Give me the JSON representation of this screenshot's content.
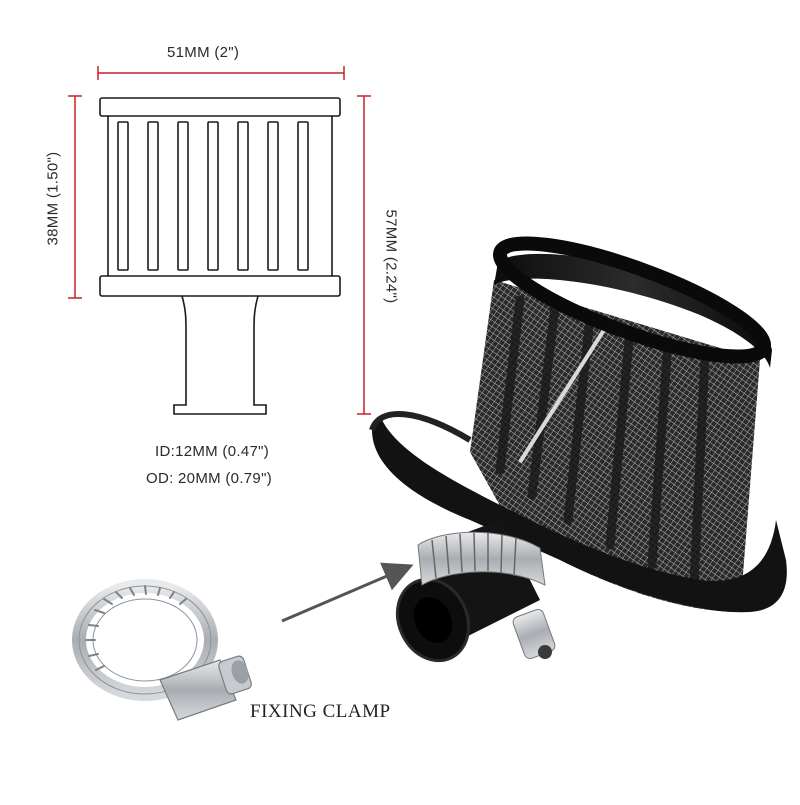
{
  "dimensions": {
    "width_label": "51MM (2\")",
    "height_label": "38MM (1.50\")",
    "total_height_label": "57MM (2.24\")",
    "id_label": "ID:12MM (0.47\")",
    "od_label": "OD: 20MM (0.79\")"
  },
  "callout": {
    "label": "FIXING CLAMP"
  },
  "colors": {
    "dimension_line": "#c8202a",
    "outline": "#1a1a1a",
    "filter_body": "#111111",
    "mesh": "#9a9a9a",
    "clamp": "#c0c4c8"
  }
}
